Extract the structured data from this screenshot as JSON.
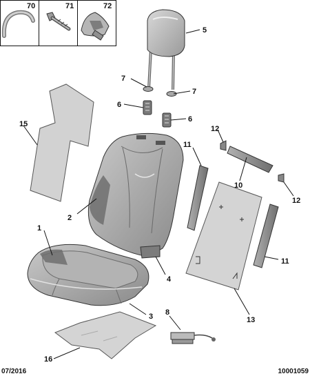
{
  "inset_labels": [
    "70",
    "71",
    "72"
  ],
  "callouts": [
    "5",
    "7",
    "7",
    "6",
    "6",
    "15",
    "12",
    "11",
    "10",
    "2",
    "1",
    "12",
    "4",
    "11",
    "3",
    "8",
    "13",
    "16"
  ],
  "footer": {
    "date": "07/2016",
    "reference": "10001059"
  }
}
